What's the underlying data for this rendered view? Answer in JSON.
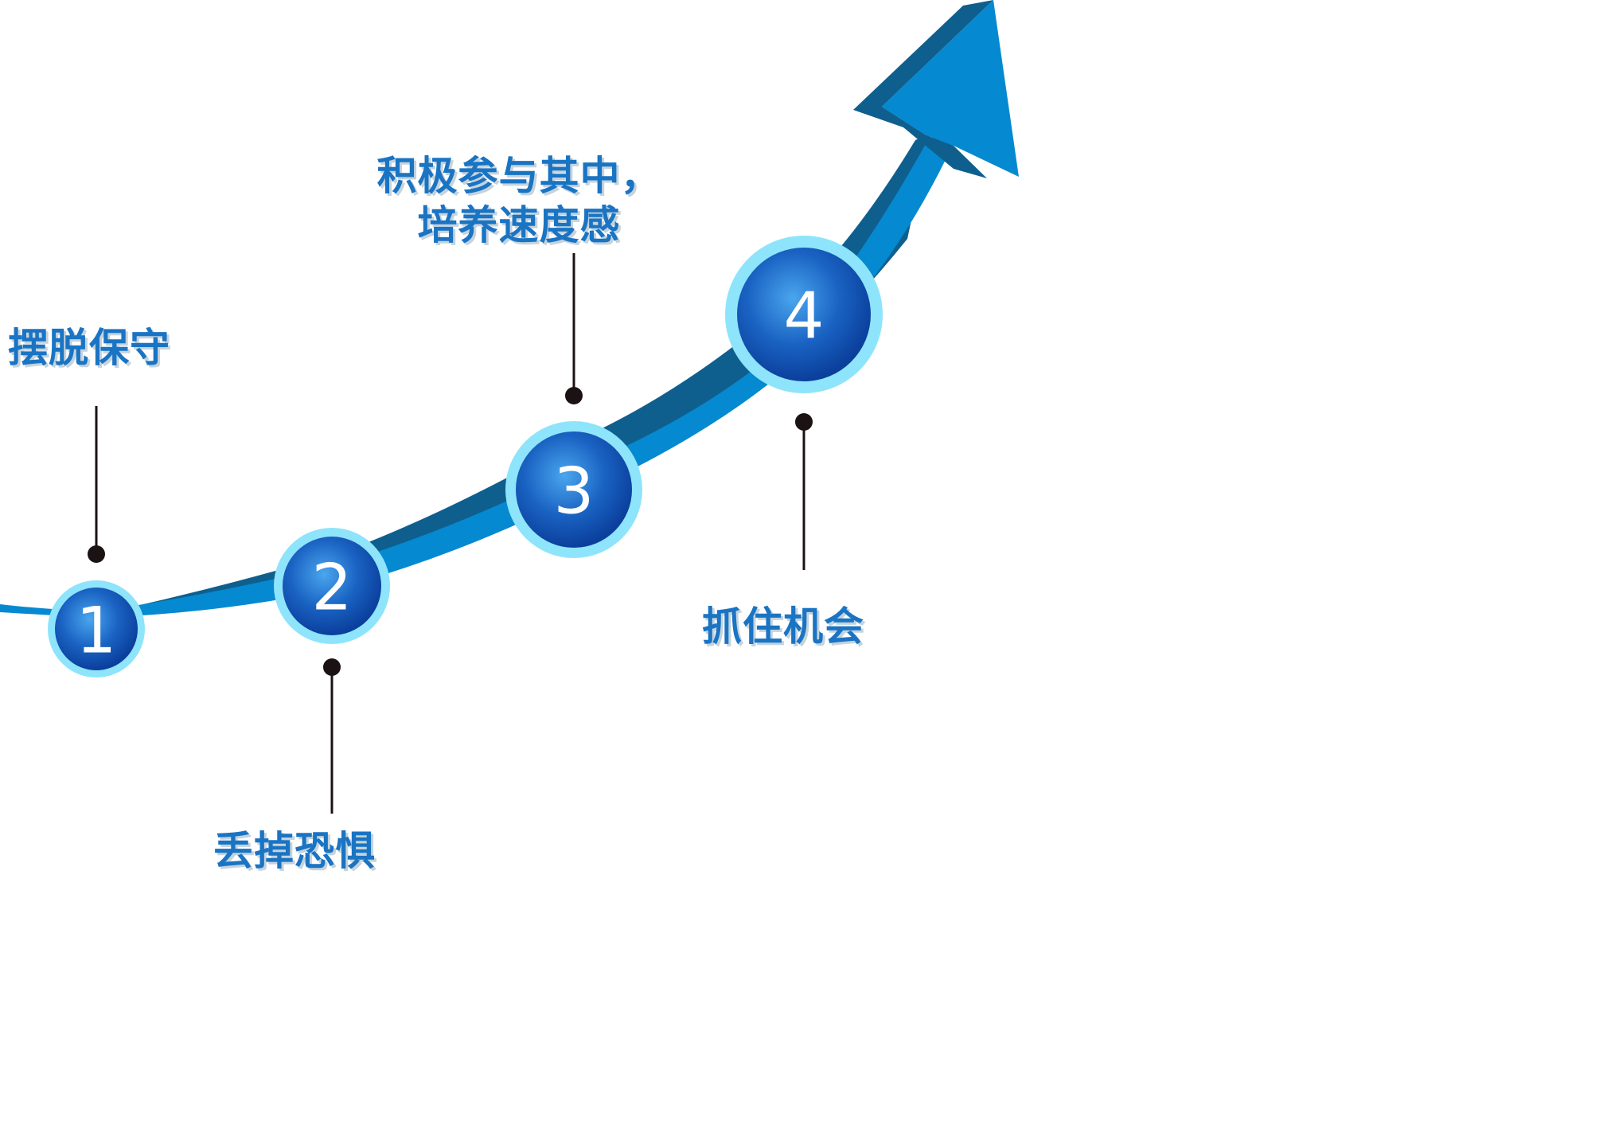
{
  "colors": {
    "arrow_top": "#0589d0",
    "arrow_side": "#0f5f8e",
    "node_ring": "#8ee4fb",
    "node_fill_light": "#4aa6ee",
    "node_fill_dark": "#0b3f9c",
    "label_text": "#1a74c4",
    "connector": "#1b1214"
  },
  "steps": [
    {
      "number": "1",
      "label": "摆脱保守"
    },
    {
      "number": "2",
      "label": "丢掉恐惧"
    },
    {
      "number": "3",
      "label_lines": [
        "积极参与其中，",
        "培养速度感"
      ]
    },
    {
      "number": "4",
      "label": "抓住机会"
    }
  ]
}
